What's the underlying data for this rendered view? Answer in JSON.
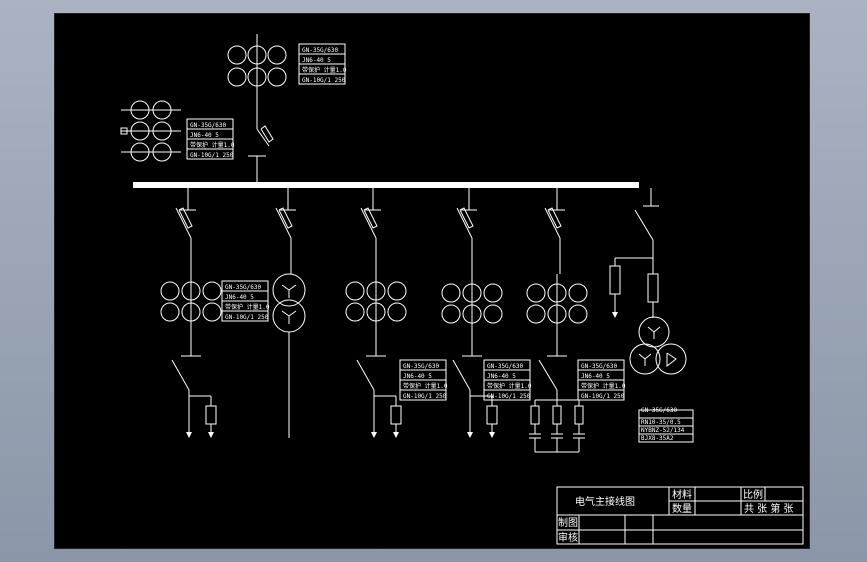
{
  "labels": {
    "top": [
      "GN-35G/630",
      "JN6-40 5",
      "带保护 计量1.0",
      "GN-10G/1 250"
    ],
    "left": [
      "GN-35G/630",
      "JN6-40 5",
      "带保护 计量1.0",
      "GN-10G/1 250"
    ],
    "f1": [
      "GN-35G/630",
      "JN6-40 5",
      "带保护 计量1.0",
      "GN-10G/1 250"
    ],
    "f3": [
      "GN-35G/630",
      "JN6-40 5",
      "带保护 计量1.0",
      "GN-10G/1 250"
    ],
    "f4": [
      "GN-35G/630",
      "JN6-40 5",
      "带保护 计量1.0",
      "GN-10G/1 250"
    ],
    "f5": [
      "GN-35G/630",
      "JN6-40 5",
      "带保护 计量1.0",
      "GN-10G/1 250"
    ],
    "pt": [
      "GN-35G/630",
      "RN10-35/0.5",
      "NYBNZ-52/134",
      "BJX8-35A2"
    ]
  },
  "title_block": {
    "title": "电气主接线图",
    "material_label": "材料",
    "ratio_label": "比例",
    "qty_label": "数量",
    "sheets": "共 张  第 张",
    "drawn_label": "制图",
    "checked_label": "审核"
  }
}
